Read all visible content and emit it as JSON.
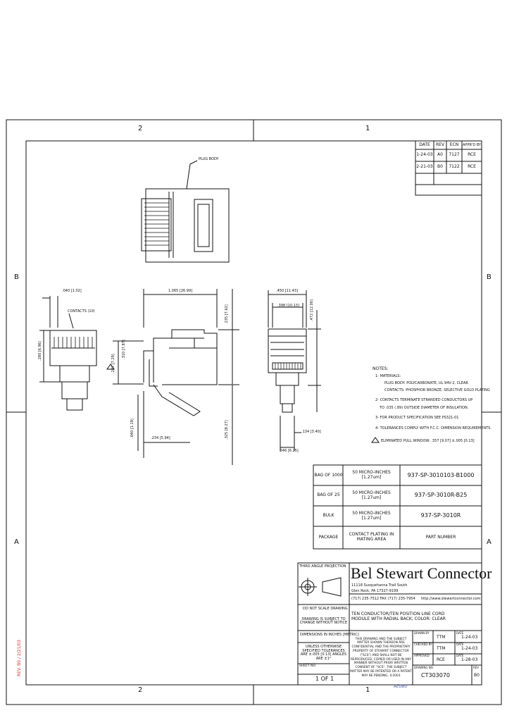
{
  "zones": {
    "top_left": "2",
    "top_right": "1",
    "bottom_left": "2",
    "bottom_right": "1",
    "left_upper": "B",
    "right_upper": "B",
    "left_lower": "A",
    "right_lower": "A"
  },
  "revision_table": {
    "headers": [
      "DATE",
      "REV",
      "ECN",
      "APPR'D BY"
    ],
    "rows": [
      [
        "1-24-03",
        "A0",
        "7127",
        "RCE"
      ],
      [
        "2-21-03",
        "B0",
        "7122",
        "RCE"
      ]
    ]
  },
  "callouts": {
    "plug_body": "PLUG BODY",
    "contacts": "CONTACTS (10)"
  },
  "dimensions": {
    "d_040": ".040 [1.02]",
    "d_1065": "1.065 [26.99]",
    "d_450": ".450 [11.43]",
    "d_398": ".398 [10.13]",
    "d_472": ".472 [12.00]",
    "d_280": ".280 [6.96]",
    "d_287": ".287 [7.29]",
    "d_040b": ".040 [1.19]",
    "d_234": ".234 [5.94]",
    "d_325": ".325 [8.27]",
    "d_235": ".235 [7.62]",
    "d_134": ".134 [3.40]",
    "d_246": ".246 [6.25]",
    "d_310": ".310 [7.87]"
  },
  "notes": {
    "title": "NOTES:",
    "lines": [
      "1- MATERIALS:",
      "PLUG BODY: POLYCARBONATE, UL 94V-2, CLEAR",
      "CONTACTS: PHOSPHOR BRONZE, SELECTIVE GOLD PLATING",
      "2- CONTACTS TERMINATE STRANDED CONDUCTORS UP",
      "TO .035 (.89) OUTSIDE DIAMETER OF INSULATION.",
      "3- FOR PRODUCT SPECIFICATION SEE PS321-01",
      "4- TOLERANCES COMPLY WITH F.C.C. DIMENSION REQUIREMENTS.",
      "ELIMINATED PULL WINDOW: .357 [9.07] ±.005 [0.13]"
    ]
  },
  "parts_table": {
    "headers": [
      "PACKAGE",
      "CONTACT PLATING IN MATING AREA",
      "PART NUMBER"
    ],
    "rows": [
      [
        "BAG OF 1000",
        "50 MICRO-INCHES [1.27um]",
        "937-SP-3010103-B1000"
      ],
      [
        "BAG OF 25",
        "50 MICRO-INCHES [1.27um]",
        "937-SP-3010R-B25"
      ],
      [
        "BULK",
        "50 MICRO-INCHES [1.27um]",
        "937-SP-3010R"
      ]
    ]
  },
  "title_block": {
    "projection": "THIRD ANGLE PROJECTION",
    "company": "Bel Stewart Connector",
    "address": [
      "11118 Susquehanna Trail South",
      "Glen Rock, PA 17327-9199",
      "(717) 235-7512  FAX (717) 235-7954"
    ],
    "website": "http://www.stewartconnector.com",
    "dont_scale": "DO NOT SCALE DRAWING",
    "subject_change": "DRAWING IS SUBJECT TO CHANGE WITHOUT NOTICE",
    "description": "TEN CONDUCTOR/TEN POSITION LINE CORD MODULE WITH RADIAL BACK; COLOR: CLEAR",
    "dims_inches": "DIMENSIONS IN INCHES [METRIC]",
    "tolerances": "UNLESS OTHERWISE SPECIFIED TOLERANCES ARE ±.005 [0.13] ANGLES ARE ±1°",
    "proprietary": "THIS DRAWING AND THE SUBJECT MATTER SHOWN THEREON ARE CONFIDENTIAL AND THE PROPRIETARY PROPERTY OF STEWART CONNECTOR (\"SCS\") AND SHALL NOT BE REPRODUCED, COPIED OR USED IN ANY MANNER WITHOUT PRIOR WRITTEN CONSENT OF \"SCS\". THE SUBJECT MATTER MAY BE PATENTED OR A PATENT MAY BE PENDING. ©2003",
    "sheet_label": "SHEET NO.",
    "sheet": "1 OF 1",
    "drawn_by_label": "DRAWN BY",
    "drawn_by": "TTM",
    "checked_by_label": "CHECKED BY",
    "checked_by": "TTM",
    "approved_label": "APPROVED",
    "approved": "RCE",
    "date_label": "DATE",
    "dates": [
      "1-24-03",
      "1-24-03",
      "1-28-03"
    ],
    "drawing_no_label": "DRAWING NO.",
    "drawing_no": "CT303070",
    "rev_label": "REV",
    "rev": "B0"
  },
  "side_stamp": "REV. B0 / 2/21/03",
  "footer_mark": "Ac0B0"
}
